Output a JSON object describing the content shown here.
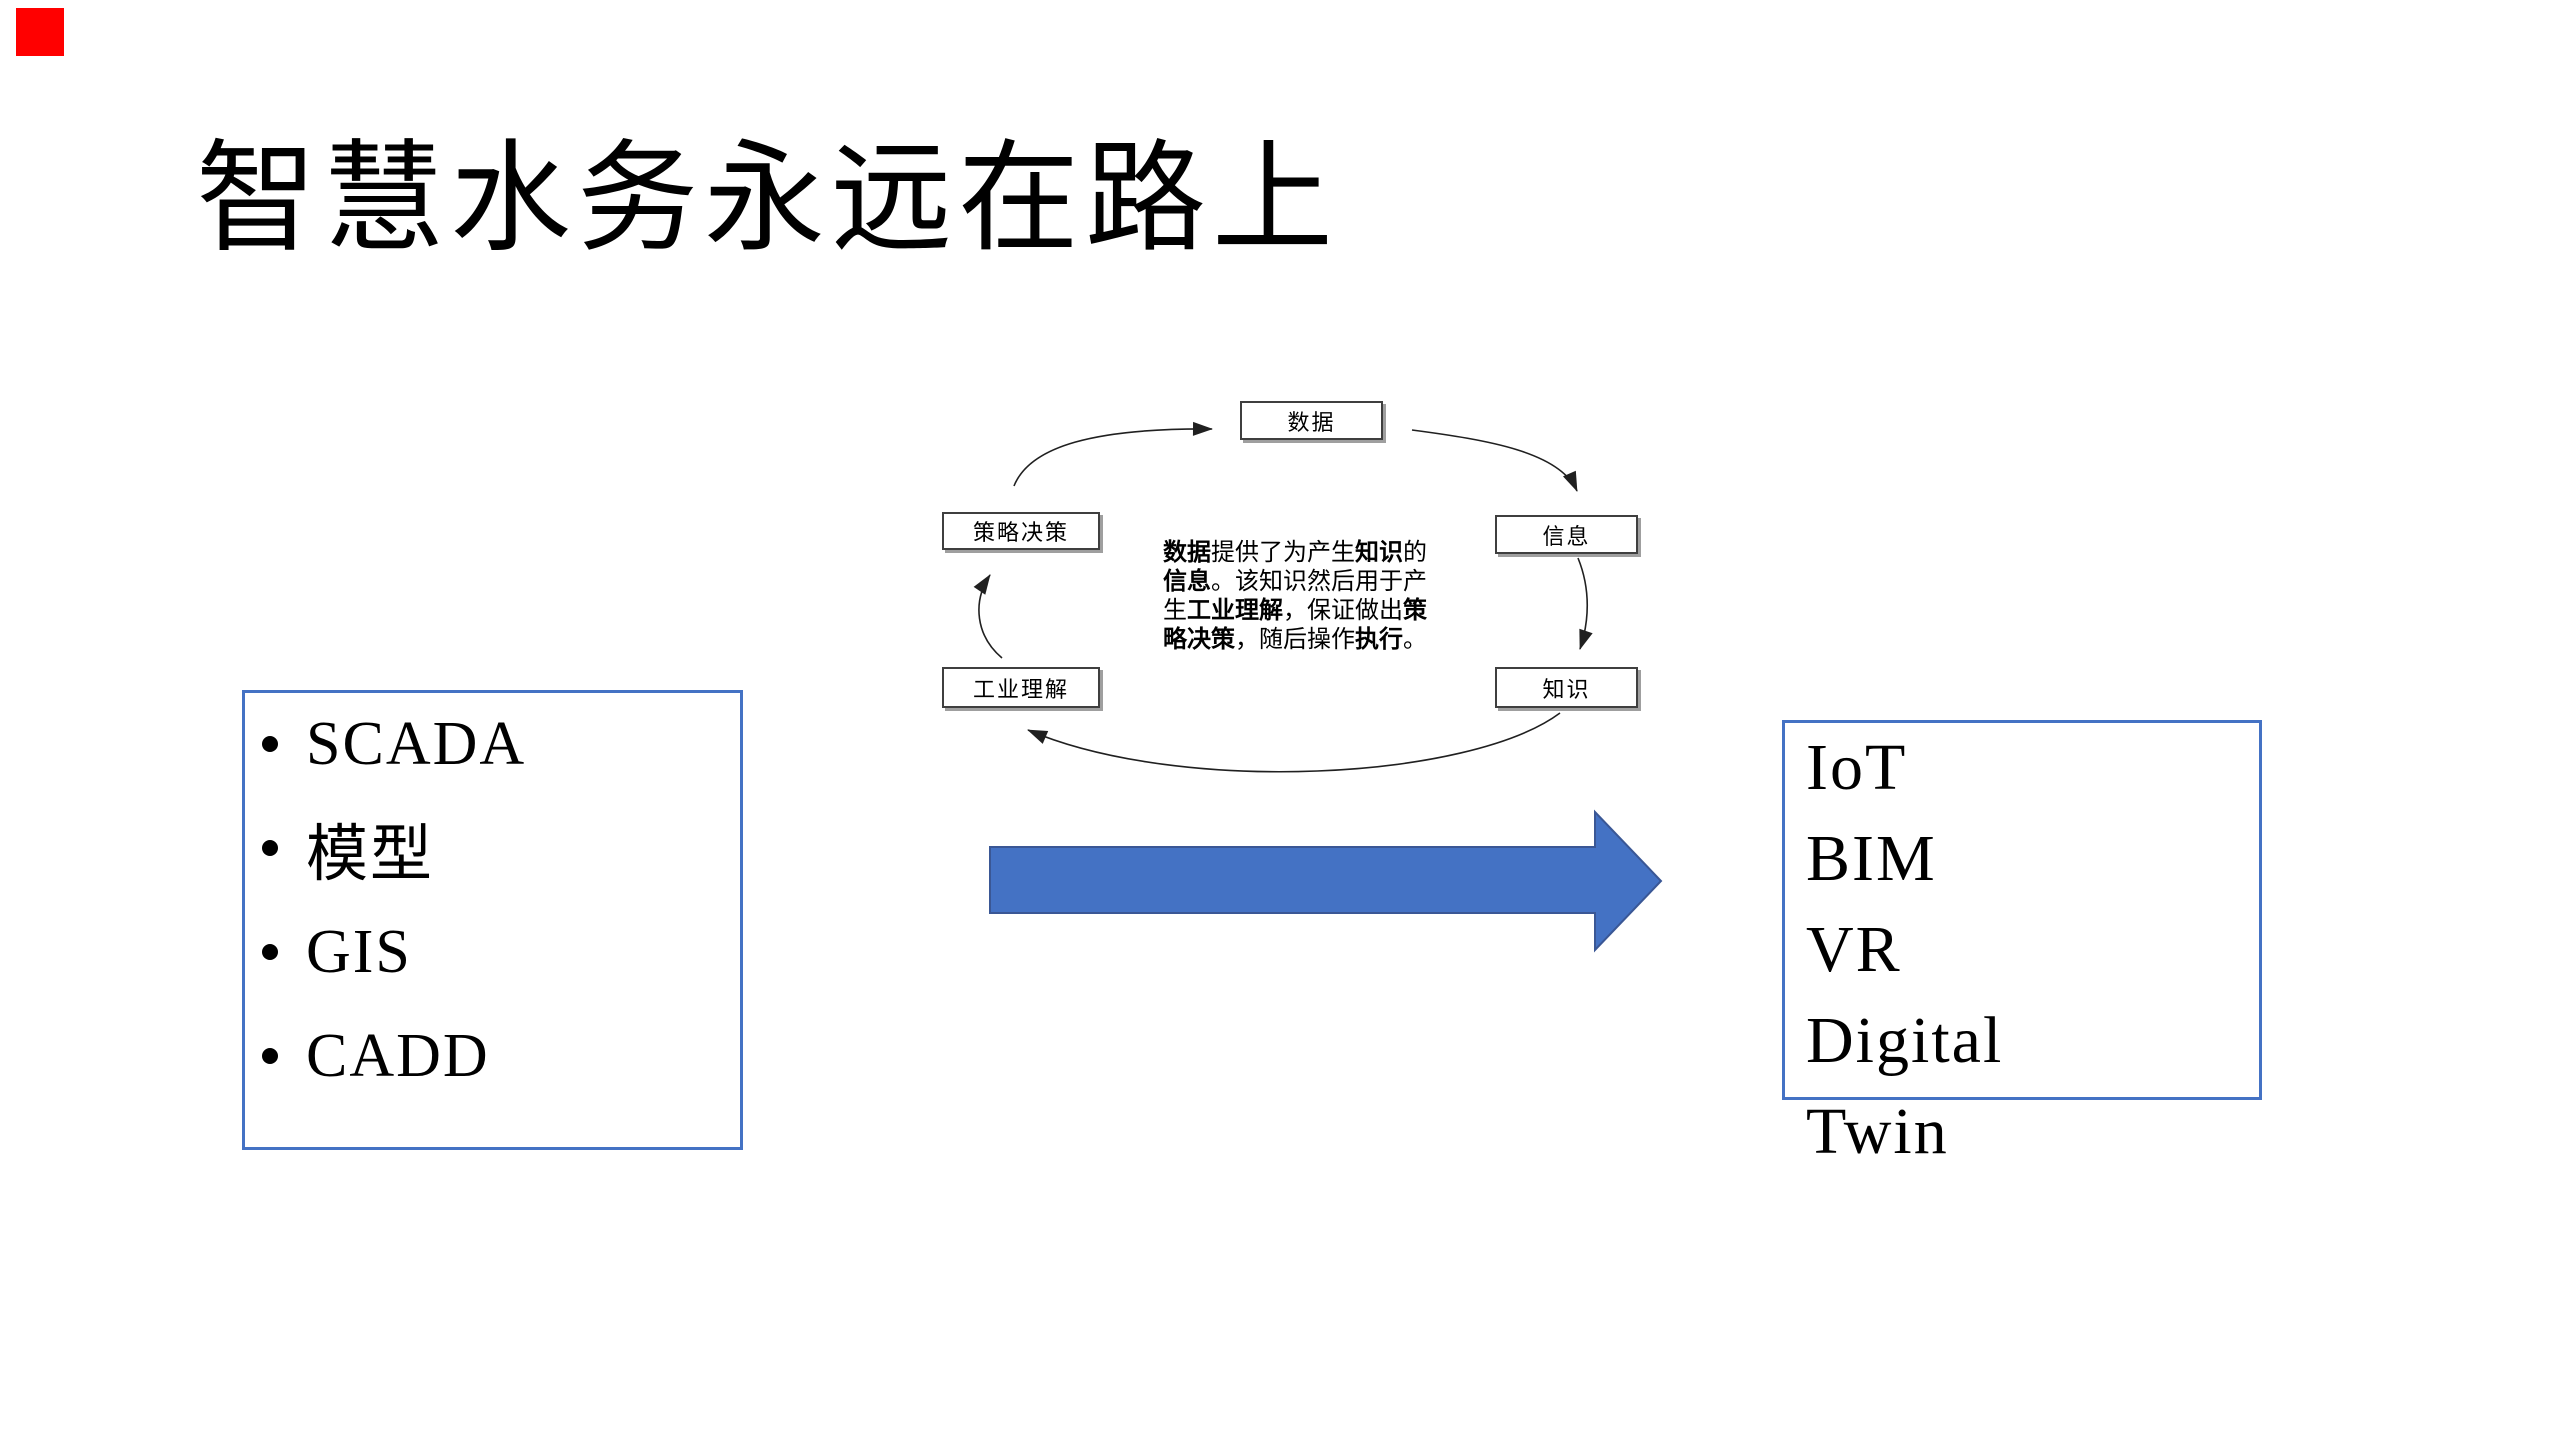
{
  "slide": {
    "title": "智慧水务永远在路上",
    "background_color": "#ffffff"
  },
  "recording_indicator": {
    "color": "#ff0000"
  },
  "left_panel": {
    "border_color": "#4472C4",
    "bullet_items": [
      "SCADA",
      "模型",
      "GIS",
      "CADD"
    ]
  },
  "right_panel": {
    "border_color": "#4472C4",
    "lines": [
      "IoT",
      "BIM",
      "VR",
      "Digital",
      "Twin"
    ]
  },
  "transform_arrow": {
    "direction": "right",
    "fill_color": "#4472C4",
    "border_color": "#3A5795"
  },
  "cycle_diagram": {
    "nodes": [
      {
        "id": "data",
        "label": "数据"
      },
      {
        "id": "information",
        "label": "信息"
      },
      {
        "id": "knowledge",
        "label": "知识"
      },
      {
        "id": "industrial-understanding",
        "label": "工业理解"
      },
      {
        "id": "strategic-decision",
        "label": "策略决策"
      }
    ],
    "flow_order": "数据 → 信息 → 知识 → 工业理解 → 策略决策 → 数据",
    "center_text": {
      "plain": "数据提供了为产生知识的信息。该知识然后用于产生工业理解，保证做出策略决策，随后操作执行。",
      "segments": [
        {
          "t": "数据",
          "b": true
        },
        {
          "t": "提供了为产生",
          "b": false
        },
        {
          "t": "知识",
          "b": true
        },
        {
          "t": "的",
          "b": false
        },
        {
          "t": "信息",
          "b": true
        },
        {
          "t": "。该知识然后用于产生",
          "b": false
        },
        {
          "t": "工业理解",
          "b": true
        },
        {
          "t": "，保证做出",
          "b": false
        },
        {
          "t": "策略决策",
          "b": true
        },
        {
          "t": "，随后操作",
          "b": false
        },
        {
          "t": "执行",
          "b": true
        },
        {
          "t": "。",
          "b": false
        }
      ]
    }
  }
}
